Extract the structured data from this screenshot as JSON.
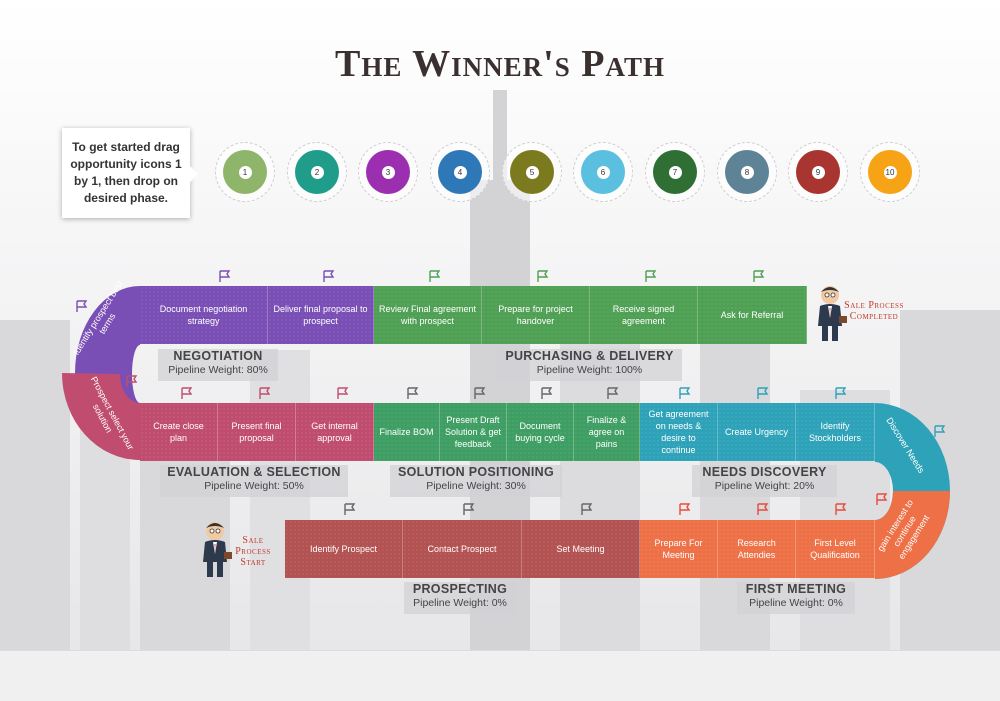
{
  "title": "The Winner's Path",
  "instructions": "To get started drag opportunity icons 1 by 1, then drop on desired phase.",
  "opportunity_icons": [
    {
      "label": "1",
      "color": "#8fb56a"
    },
    {
      "label": "2",
      "color": "#1f9d8a"
    },
    {
      "label": "3",
      "color": "#9b2fb0"
    },
    {
      "label": "4",
      "color": "#2f78b8"
    },
    {
      "label": "5",
      "color": "#7c7a1e"
    },
    {
      "label": "6",
      "color": "#5bbfe0"
    },
    {
      "label": "7",
      "color": "#2f6f34"
    },
    {
      "label": "8",
      "color": "#5e8296"
    },
    {
      "label": "9",
      "color": "#a8352f"
    },
    {
      "label": "10",
      "color": "#f7a316"
    }
  ],
  "path": {
    "row1": {
      "negotiation_steps": [
        "Document negotiation strategy",
        "Deliver final proposal to prospect"
      ],
      "purchasing_steps": [
        "Review Final agreement with prospect",
        "Prepare for project handover",
        "Receive signed agreement",
        "Ask for Referral"
      ],
      "curve_left_label": "Identify prospect best terms"
    },
    "row2": {
      "curve_left_label": "Prospect select your solution",
      "evaluation_steps": [
        "Create close plan",
        "Present final proposal",
        "Get internal approval"
      ],
      "solution_steps": [
        "Finalize BOM",
        "Present Draft Solution & get feedback",
        "Document buying cycle",
        "Finalize & agree on pains"
      ],
      "needs_steps": [
        "Get agreement on needs & desire to continue",
        "Create Urgency",
        "Identify Stockholders"
      ],
      "curve_right_label": "Discover Needs"
    },
    "row3": {
      "prospecting_steps": [
        "Identify Prospect",
        "Contact Prospect",
        "Set Meeting"
      ],
      "first_meeting_steps": [
        "Prepare For Meeting",
        "Research Attendies",
        "First Level Qualification"
      ],
      "curve_right_label": "gain interest to continue engagement"
    }
  },
  "phases": {
    "negotiation": {
      "name": "NEGOTIATION",
      "weight": "Pipeline Weight: 80%",
      "color": "#7a4fb5"
    },
    "purchasing": {
      "name": "PURCHASING & DELIVERY",
      "weight": "Pipeline Weight: 100%",
      "color": "#4fa054"
    },
    "evaluation": {
      "name": "EVALUATION & SELECTION",
      "weight": "Pipeline Weight: 50%",
      "color": "#c04d70"
    },
    "solution": {
      "name": "SOLUTION POSITIONING",
      "weight": "Pipeline Weight: 30%",
      "color": "#3e9e63"
    },
    "needs": {
      "name": "NEEDS DISCOVERY",
      "weight": "Pipeline Weight: 20%",
      "color": "#2ea2b8"
    },
    "prospecting": {
      "name": "PROSPECTING",
      "weight": "Pipeline Weight: 0%",
      "color": "#b35252"
    },
    "first_meeting": {
      "name": "FIRST MEETING",
      "weight": "Pipeline Weight: 0%",
      "color": "#ee7046"
    }
  },
  "sale_completed": "Sale Process Completed",
  "sale_start": "Sale Process Start"
}
